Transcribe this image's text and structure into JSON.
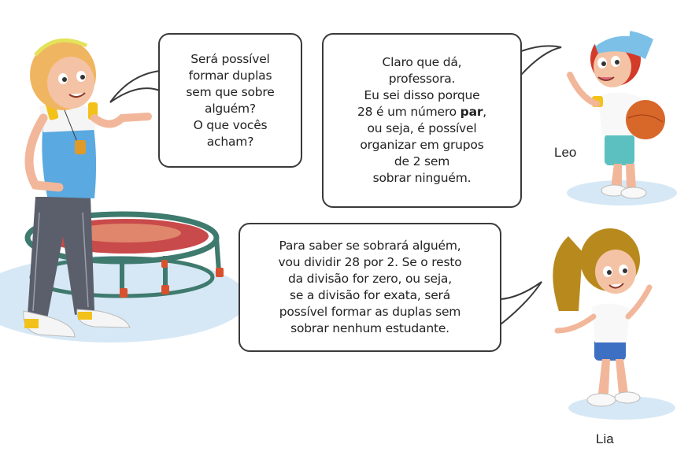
{
  "scene": {
    "floor_color": "#d6e8f5",
    "trampoline": {
      "frame_color": "#3f7a6e",
      "mat_color": "#c94a4a",
      "feet_color": "#d9502e"
    }
  },
  "characters": {
    "teacher": {
      "name": "",
      "shirt_color": "#5aa9e0",
      "pants_color": "#5a5f6b",
      "hair_color": "#f0b560"
    },
    "leo": {
      "name": "Leo",
      "cap_color": "#7cc0e8",
      "hair_color": "#d33a2a",
      "shorts_color": "#5cc0c0",
      "ball_color": "#d8672a"
    },
    "lia": {
      "name": "Lia",
      "hair_color": "#b88a1e",
      "shorts_color": "#3d6fc2"
    }
  },
  "bubbles": {
    "teacher": {
      "text": "Será possível\nformar duplas\nsem que sobre\nalguém?\nO que vocês\nacham?"
    },
    "leo": {
      "line1": "Claro que dá,\nprofessora.\nEu sei disso porque\n28 é um número ",
      "bold": "par",
      "line2": ",\nou seja, é possível\norganizar em grupos\nde 2 sem\nsobrar ninguém."
    },
    "lia": {
      "text": "Para saber se sobrará alguém,\nvou dividir 28 por 2. Se o resto\nda divisão for zero, ou seja,\nse a divisão for exata, será\npossível formar as duplas sem\nsobrar nenhum estudante."
    }
  }
}
